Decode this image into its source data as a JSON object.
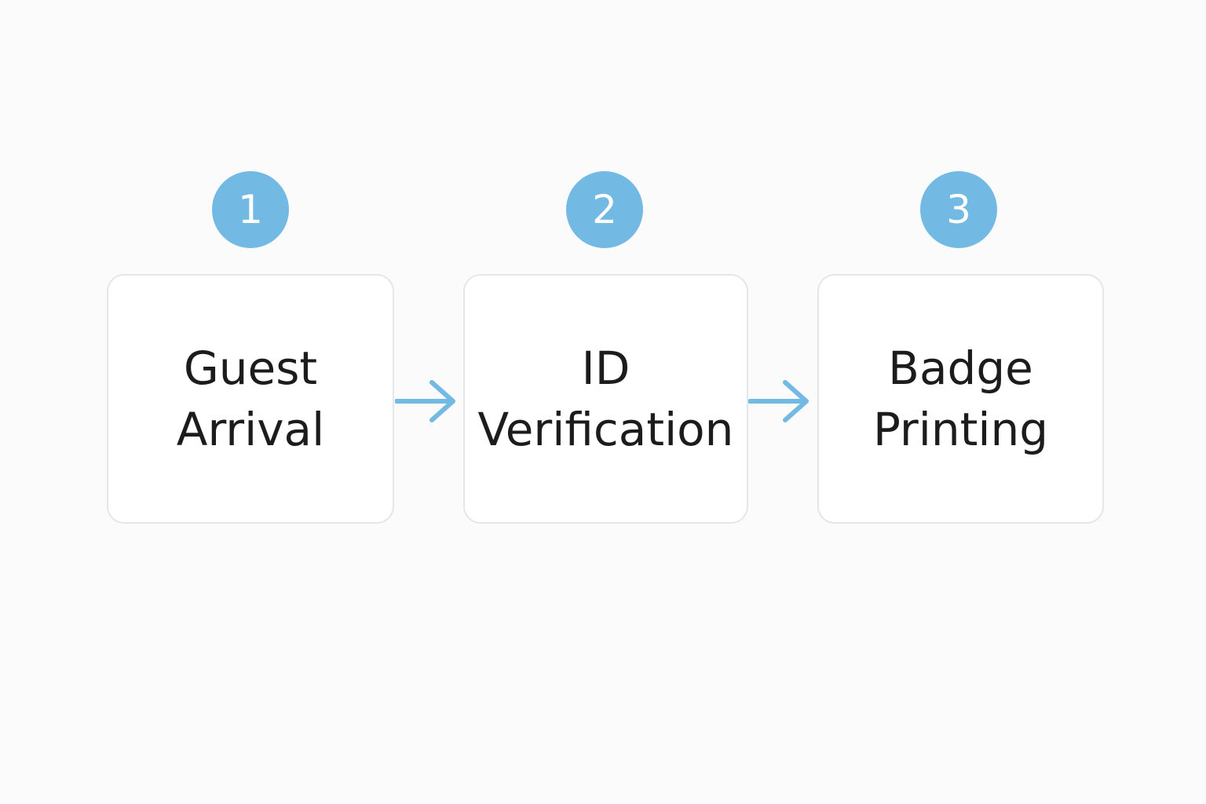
{
  "colors": {
    "background": "#fbfbfb",
    "accent": "#72b9e3",
    "card_border": "#e6e6e6",
    "text": "#1c1c1c"
  },
  "steps": [
    {
      "number": "1",
      "lines": [
        "Guest",
        "Arrival"
      ]
    },
    {
      "number": "2",
      "lines": [
        "ID",
        "Verification"
      ]
    },
    {
      "number": "3",
      "lines": [
        "Badge",
        "Printing"
      ]
    }
  ],
  "connectors": [
    {
      "from": "1",
      "to": "2",
      "icon": "arrow-right-icon"
    },
    {
      "from": "2",
      "to": "3",
      "icon": "arrow-right-icon"
    }
  ]
}
